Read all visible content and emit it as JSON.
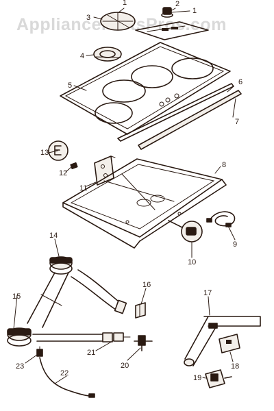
{
  "watermark": "AppliancePartsPros.com",
  "callouts": [
    "1",
    "2",
    "3",
    "4",
    "5",
    "6",
    "7",
    "8",
    "9",
    "10",
    "11",
    "12",
    "13",
    "14",
    "15",
    "16",
    "17",
    "18",
    "19",
    "20",
    "21",
    "22",
    "23"
  ],
  "colors": {
    "ink": "#2a1a12",
    "paper": "#ffffff",
    "watermark": "#d9d9d9"
  }
}
